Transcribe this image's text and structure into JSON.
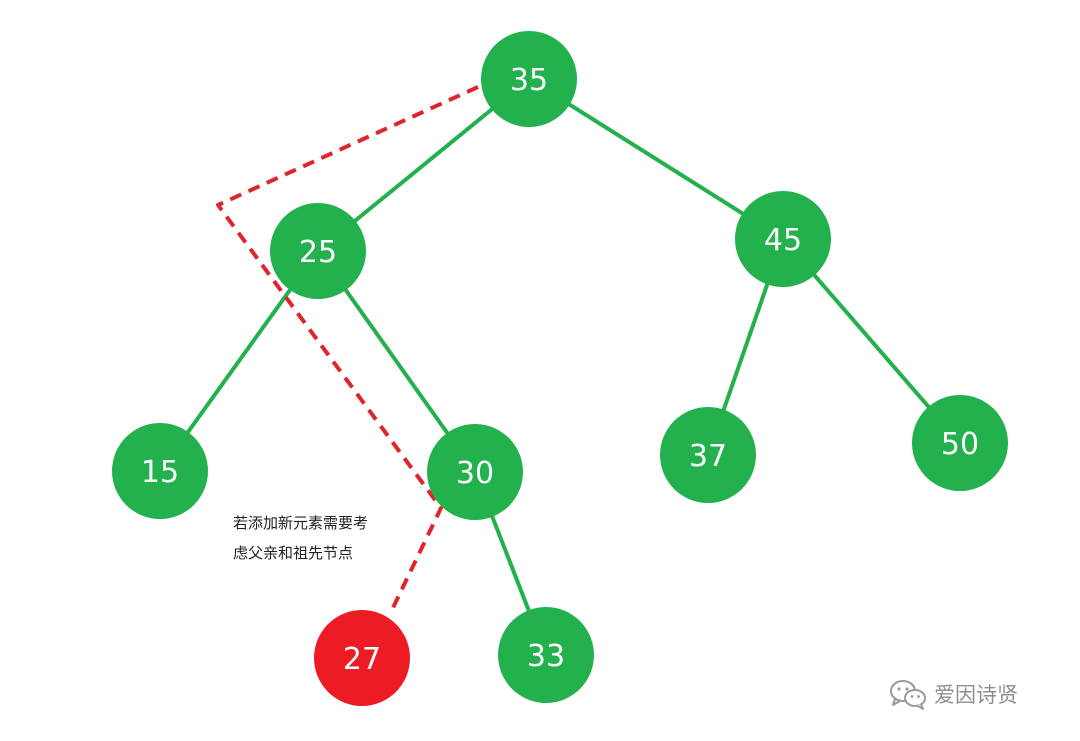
{
  "diagram": {
    "node_color": "#22b14c",
    "new_node_color": "#ed1c24",
    "path_color": "#e0242c",
    "nodes": [
      {
        "id": "n35",
        "label": "35",
        "color": "#22b14c"
      },
      {
        "id": "n25",
        "label": "25",
        "color": "#22b14c"
      },
      {
        "id": "n45",
        "label": "45",
        "color": "#22b14c"
      },
      {
        "id": "n15",
        "label": "15",
        "color": "#22b14c"
      },
      {
        "id": "n30",
        "label": "30",
        "color": "#22b14c"
      },
      {
        "id": "n37",
        "label": "37",
        "color": "#22b14c"
      },
      {
        "id": "n50",
        "label": "50",
        "color": "#22b14c"
      },
      {
        "id": "n27",
        "label": "27",
        "color": "#ed1c24"
      },
      {
        "id": "n33",
        "label": "33",
        "color": "#22b14c"
      }
    ],
    "edges": [
      [
        "n35",
        "n25"
      ],
      [
        "n35",
        "n45"
      ],
      [
        "n25",
        "n15"
      ],
      [
        "n25",
        "n30"
      ],
      [
        "n30",
        "n33"
      ],
      [
        "n45",
        "n37"
      ],
      [
        "n45",
        "n50"
      ]
    ],
    "highlighted_path": [
      "n35",
      "n25",
      "n30",
      "n27"
    ]
  },
  "annotation": {
    "line1": "若添加新元素需要考",
    "line2": "虑父亲和祖先节点"
  },
  "watermark": {
    "icon": "wechat-icon",
    "text": "爱因诗贤"
  }
}
